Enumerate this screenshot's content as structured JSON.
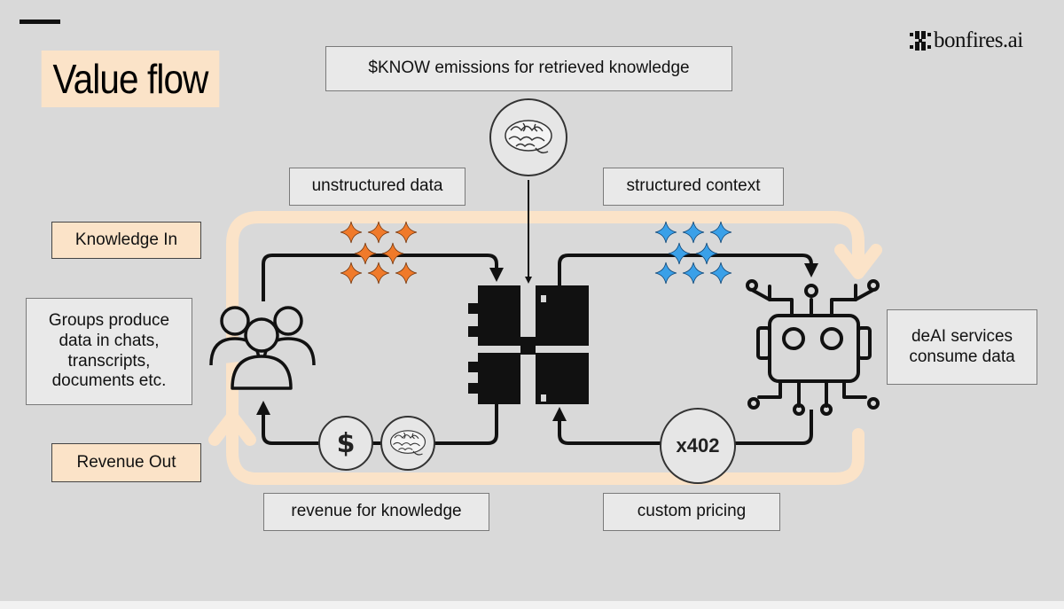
{
  "title": "Value flow",
  "logo": {
    "text": "bonfires.ai",
    "icon": "bonfires-grid-icon"
  },
  "labels": {
    "know_emissions": "$KNOW emissions for retrieved knowledge",
    "unstructured": "unstructured data",
    "structured": "structured context",
    "knowledge_in": "Knowledge In",
    "revenue_out": "Revenue Out",
    "groups": "Groups produce data in chats, transcripts, documents etc.",
    "deai": "deAI services consume data",
    "revenue_knowledge": "revenue for knowledge",
    "custom_pricing": "custom pricing"
  },
  "circles": {
    "dollar": "$",
    "x402": "x402"
  },
  "icons": [
    "group-icon",
    "bonfires-hub-icon",
    "robot-icon",
    "brain-icon",
    "dollar-icon",
    "x402-icon",
    "sparkle-icon"
  ],
  "colors": {
    "background": "#d9d9d9",
    "peach_fill": "#fbe3c8",
    "peach_loop": "#fbe3c8",
    "sparkle_orange": "#f07a2a",
    "sparkle_blue": "#3aa0e8",
    "label_fill": "#e9e9e9"
  }
}
